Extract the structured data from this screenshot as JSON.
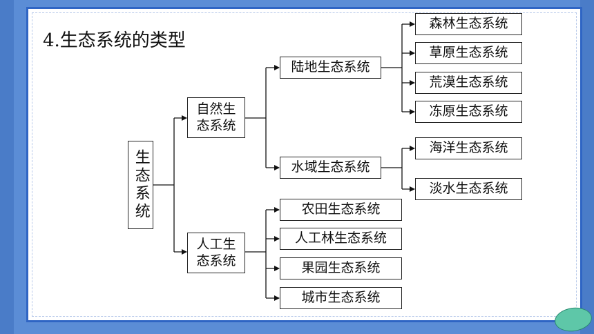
{
  "title": "4.生态系统的类型",
  "root": "生态系统",
  "natural": {
    "label_line1": "自然生",
    "label_line2": "态系统",
    "land": {
      "label": "陆地生态系统",
      "children": [
        "森林生态系统",
        "草原生态系统",
        "荒漠生态系统",
        "冻原生态系统"
      ]
    },
    "water": {
      "label": "水域生态系统",
      "children": [
        "海洋生态系统",
        "淡水生态系统"
      ]
    }
  },
  "artificial": {
    "label_line1": "人工生",
    "label_line2": "态系统",
    "children": [
      "农田生态系统",
      "人工林生态系统",
      "果园生态系统",
      "城市生态系统"
    ]
  },
  "colors": {
    "background": "#5b8dd6",
    "slide_border": "#2f65c4",
    "logo": "#5ec7a8"
  },
  "icons": {
    "logo": "school-logo-icon"
  }
}
